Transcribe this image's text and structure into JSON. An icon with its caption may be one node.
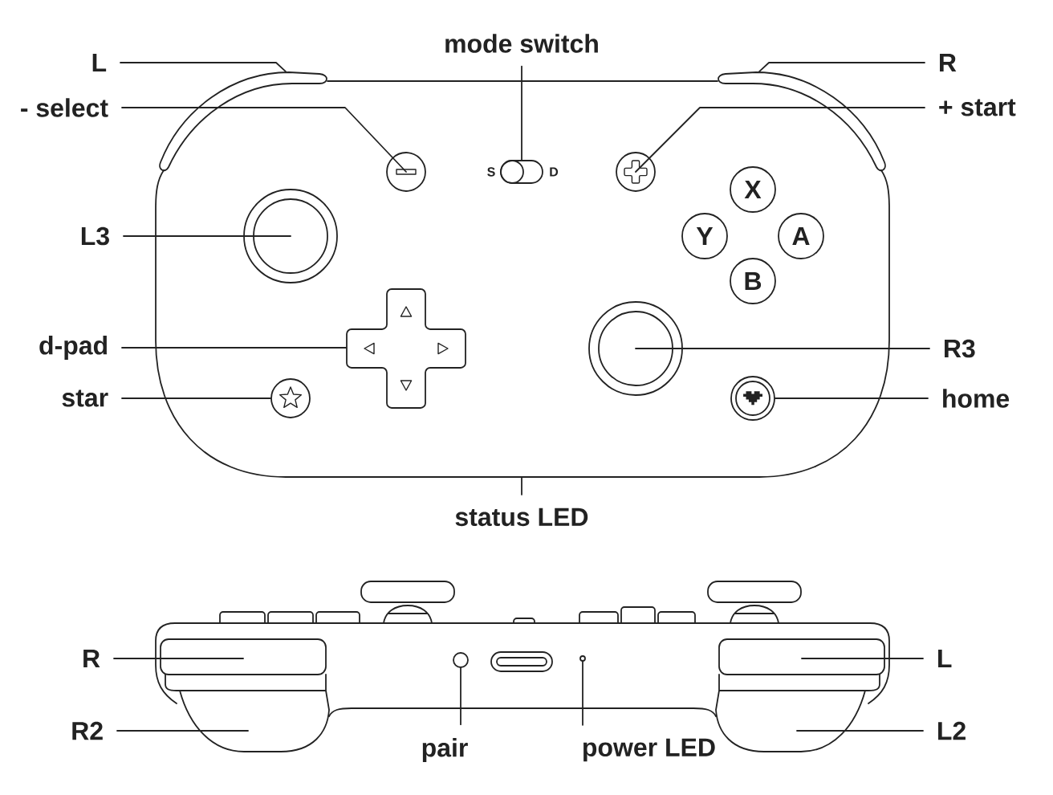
{
  "diagram": {
    "nodes": [
      {
        "text": [
          "mode switch"
        ]
      },
      {
        "text": [
          "L"
        ]
      },
      {
        "text": [
          "R"
        ]
      },
      {
        "text": [],
        "shape": "bar"
      },
      {
        "text": [],
        "shape": "bar"
      },
      {
        "text": [
          "- select"
        ]
      },
      {
        "text": [
          "+ start"
        ]
      },
      {
        "text": [],
        "shape": "circle"
      },
      {
        "text": [],
        "shape": "box",
        "beside": [
          "S",
          "D"
        ]
      },
      {
        "text": [],
        "shape": "circle"
      },
      {
        "text": [
          "X"
        ]
      },
      {
        "text": [
          "L3"
        ]
      },
      {
        "text": [],
        "shape": "circle"
      },
      {
        "text": [
          "Y"
        ]
      },
      {
        "text": [
          "A"
        ]
      },
      {
        "text": [
          "B"
        ]
      },
      {
        "text": [],
        "shape": "picture"
      },
      {
        "text": [
          "d-pad"
        ]
      },
      {
        "text": [],
        "shape": "circle"
      },
      {
        "text": [
          "R3"
        ]
      },
      {
        "text": [
          "star"
        ]
      },
      {
        "text": [],
        "shape": "circle"
      },
      {
        "text": [],
        "shape": "circle"
      },
      {
        "text": [
          "home"
        ]
      },
      {
        "text": [
          "status LED"
        ]
      },
      {
        "text": [],
        "shape": "box"
      },
      {
        "text": [],
        "shape": "box"
      },
      {
        "text": [
          "R"
        ]
      },
      {
        "text": [],
        "shape": "circle"
      },
      {
        "text": [],
        "shape": "circle"
      },
      {
        "text": [
          "L"
        ]
      },
      {
        "text": [
          "R2"
        ]
      },
      {
        "text": [],
        "shape": "picture"
      },
      {
        "text": [],
        "shape": "picture"
      },
      {
        "text": [
          "L2"
        ]
      },
      {
        "text": [
          "pair"
        ]
      },
      {
        "text": [
          "power LED"
        ]
      }
    ],
    "edges": [
      {
        "from": 1,
        "to": 3,
        "arrow": "none"
      },
      {
        "from": 0,
        "to": 8,
        "arrow": "none"
      },
      {
        "from": 2,
        "to": 4,
        "arrow": "none"
      },
      {
        "from": 5,
        "to": 7,
        "arrow": "none"
      },
      {
        "from": 6,
        "to": 9,
        "arrow": "none"
      },
      {
        "from": 11,
        "to": 12,
        "arrow": "none"
      },
      {
        "from": 17,
        "to": 16,
        "arrow": "none"
      },
      {
        "from": 19,
        "to": 18,
        "arrow": "none"
      },
      {
        "from": 20,
        "to": 21,
        "arrow": "none"
      },
      {
        "from": 23,
        "to": 22,
        "arrow": "none"
      },
      {
        "from": 24,
        "to": null,
        "arrow": "none"
      },
      {
        "from": 27,
        "to": 25,
        "arrow": "none"
      },
      {
        "from": 30,
        "to": 26,
        "arrow": "none"
      },
      {
        "from": 31,
        "to": 32,
        "arrow": "none"
      },
      {
        "from": 34,
        "to": 33,
        "arrow": "none"
      },
      {
        "from": 35,
        "to": 28,
        "arrow": "none"
      },
      {
        "from": 36,
        "to": 29,
        "arrow": "none"
      }
    ]
  }
}
